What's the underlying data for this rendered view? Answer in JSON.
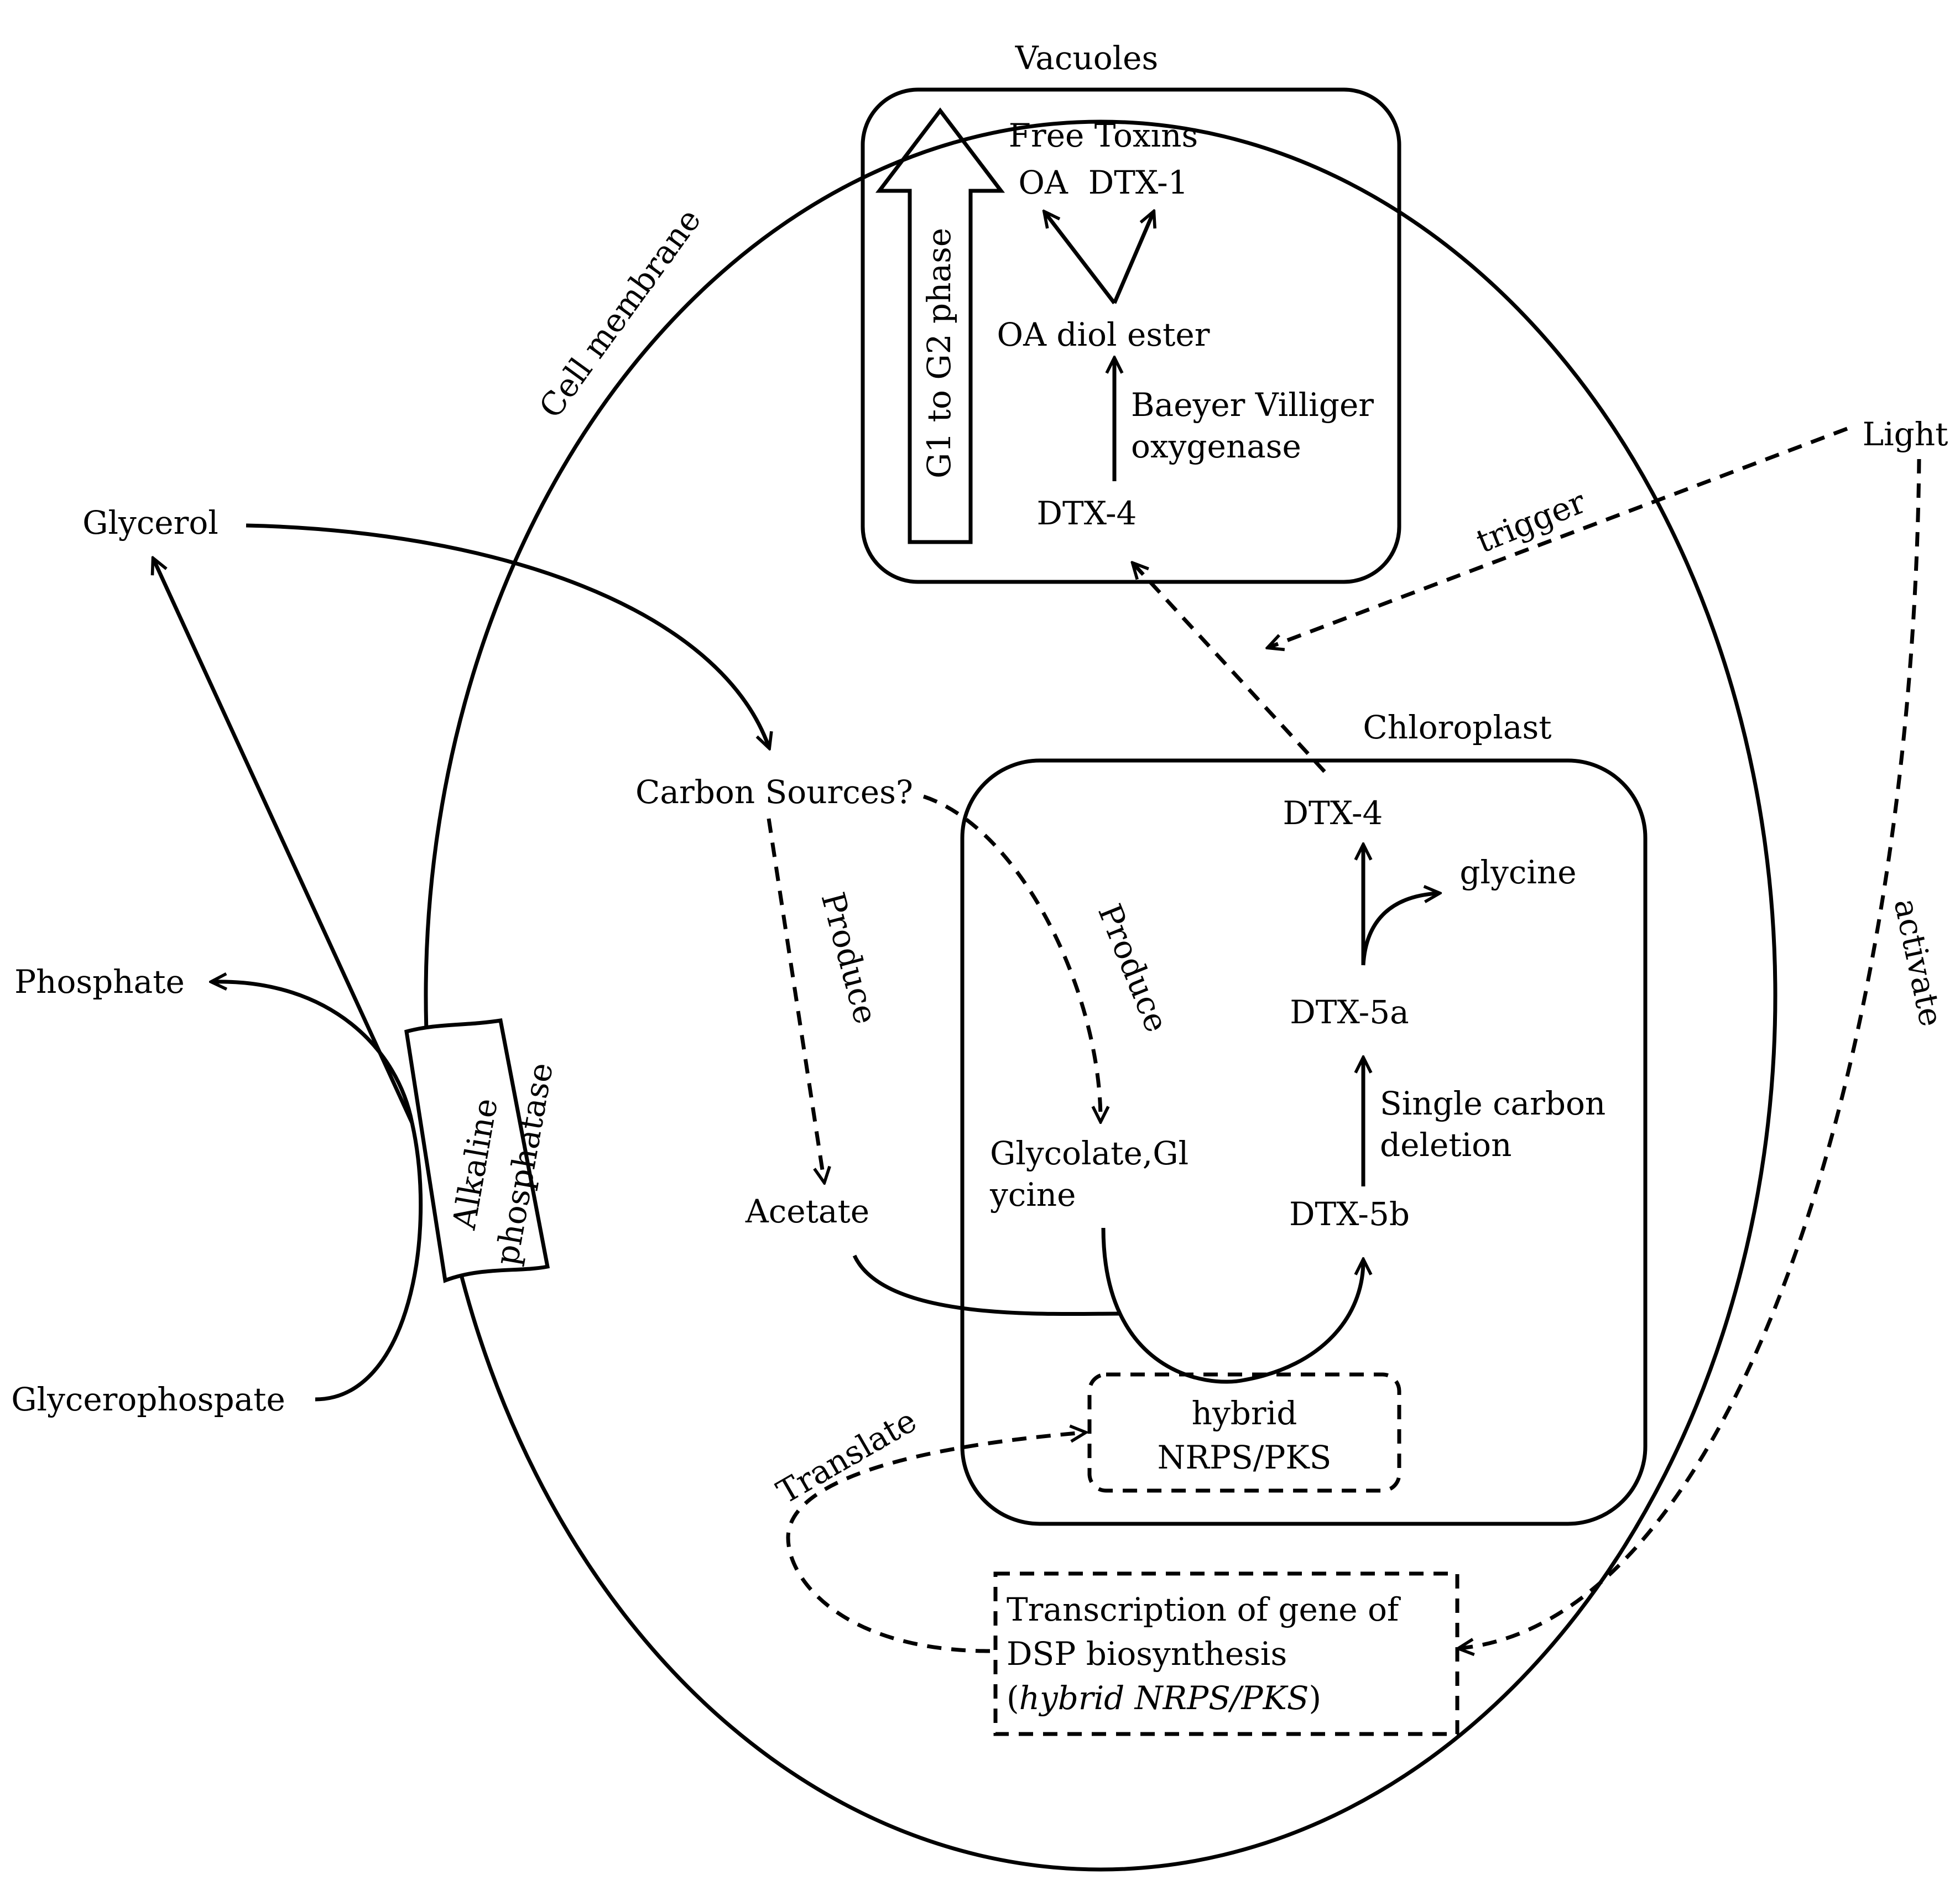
{
  "labels": {
    "cell_membrane": "Cell membrane",
    "vacuoles": "Vacuoles",
    "free_toxins": "Free Toxins",
    "oa_dtx1": "OA  DTX-1",
    "oa_diol_ester": "OA diol ester",
    "bvmo_line1": "Baeyer Villiger",
    "bvmo_line2": "oxygenase",
    "dtx4_vacuole": "DTX-4",
    "g1_to_g2": "G1 to G2 phase",
    "light": "Light",
    "trigger": "trigger",
    "glycerol": "Glycerol",
    "phosphate": "Phosphate",
    "glycerophosphate": "Glycerophospate",
    "alkaline_line1": "Alkaline",
    "alkaline_line2": "phosphatase",
    "carbon_sources": "Carbon Sources?",
    "produce_left": "Produce",
    "produce_right": "Produce",
    "acetate": "Acetate",
    "chloroplast": "Chloroplast",
    "dtx4_chloroplast": "DTX-4",
    "glycine": "glycine",
    "dtx5a": "DTX-5a",
    "single_carbon_line1": "Single carbon",
    "single_carbon_line2": "deletion",
    "dtx5b": "DTX-5b",
    "glycolate_line1": "Glycolate,Gl",
    "glycolate_line2": "ycine",
    "hybrid_line1": "hybrid",
    "hybrid_line2": "NRPS/PKS",
    "translate": "Translate",
    "activate": "activate",
    "transcription_line1": "Transcription of gene of",
    "transcription_line2": "DSP biosynthesis",
    "transcription_line3_italic": "hybrid NRPS/PKS"
  }
}
